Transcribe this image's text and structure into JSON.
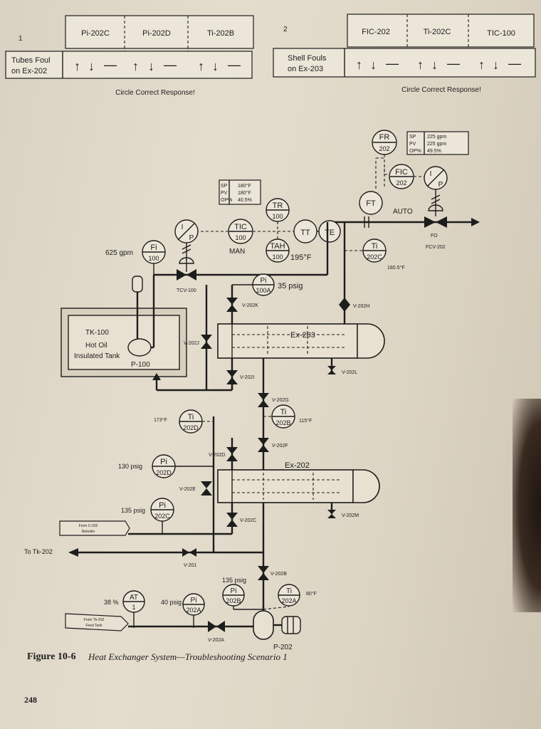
{
  "question1": {
    "number": "1",
    "row_label_line1": "Tubes Foul",
    "row_label_line2": "on Ex-202",
    "headers": [
      "Pi-202C",
      "Pi-202D",
      "Ti-202B"
    ],
    "circle_prompt": "Circle Correct Response!"
  },
  "question2": {
    "number": "2",
    "row_label_line1": "Shell Fouls",
    "row_label_line2": "on Ex-203",
    "headers": [
      "FIC-202",
      "Ti-202C",
      "TIC-100"
    ],
    "circle_prompt": "Circle Correct Response!"
  },
  "response_glyphs": {
    "up": "↑",
    "down": "↓",
    "dash": "—"
  },
  "instruments": {
    "fr": {
      "tag": "FR",
      "num": "202"
    },
    "fic": {
      "tag": "FIC",
      "num": "202"
    },
    "ip_fcv": {
      "tag": "I",
      "num": "P"
    },
    "ft": {
      "tag": "FT"
    },
    "auto": "AUTO",
    "fo": "FO",
    "fcv": "FCV-202",
    "fic_panel": [
      [
        "SP",
        "225 gpm"
      ],
      [
        "PV",
        "225 gpm"
      ],
      [
        "OP%:",
        "49.5%"
      ]
    ],
    "tic_panel": [
      [
        "SP",
        "180°F"
      ],
      [
        "PV",
        "180°F"
      ],
      [
        "OP%",
        "40.5%"
      ]
    ],
    "tr": {
      "tag": "TR",
      "num": "100"
    },
    "tic": {
      "tag": "TIC",
      "num": "100"
    },
    "man": "MAN",
    "tah": {
      "tag": "TAH",
      "num": "100"
    },
    "tah_value": "195°F",
    "tt": "TT",
    "te": "TE",
    "ip_tcv": {
      "tag": "I",
      "num": "P"
    },
    "fi100": {
      "tag": "Fi",
      "num": "100"
    },
    "flow625": "625 gpm",
    "tcv": "TCV-100",
    "pi100a": {
      "tag": "Pi",
      "num": "100A"
    },
    "psig35": "35 psig",
    "ti202c": {
      "tag": "Ti",
      "num": "202C"
    },
    "temp180": "180.5°F",
    "ti202d": {
      "tag": "Ti",
      "num": "202D"
    },
    "temp173": "173°F",
    "ti202b": {
      "tag": "Ti",
      "num": "202B"
    },
    "temp115": "115°F",
    "pi202d": {
      "tag": "Pi",
      "num": "202D"
    },
    "psig130": "130 psig",
    "pi202c": {
      "tag": "Pi",
      "num": "202C"
    },
    "psig135a": "135 psig",
    "pi202b": {
      "tag": "Pi",
      "num": "202B"
    },
    "psig135b": "135 psig",
    "ti202a": {
      "tag": "Ti",
      "num": "202A"
    },
    "temp80": "80°F",
    "at1": {
      "tag": "AT",
      "num": "1"
    },
    "pct38": "38 %",
    "pi202a": {
      "tag": "Pi",
      "num": "202A"
    },
    "psig40": "40 psig"
  },
  "equipment": {
    "tank_line1": "TK-100",
    "tank_line2": "Hot Oil",
    "tank_line3": "Insulated Tank",
    "pump100": "P-100",
    "ex203": "Ex-203",
    "ex202": "Ex-202",
    "pump202": "P-202"
  },
  "valves": {
    "v202k": "V-202K",
    "v202h": "V-202H",
    "v202j": "V-202J",
    "v202l": "V-202L",
    "v202i": "V-202I",
    "v202g": "V-202G",
    "v202f": "V-202F",
    "v202d": "V-202D",
    "v202e": "V-202E",
    "v202m": "V-202M",
    "v202c": "V-202C",
    "v201": "V-201",
    "v202b": "V-202B",
    "v202a": "V-202A"
  },
  "streams": {
    "from_c202_line1": "From C-202",
    "from_c202_line2": "Reboiler",
    "to_tk202": "To Tk-202",
    "from_tk202_line1": "From Tk-202",
    "from_tk202_line2": "Feed Tank"
  },
  "figure": {
    "number": "Figure 10-6",
    "caption": "Heat Exchanger System—Troubleshooting Scenario 1"
  },
  "page_number": "248"
}
